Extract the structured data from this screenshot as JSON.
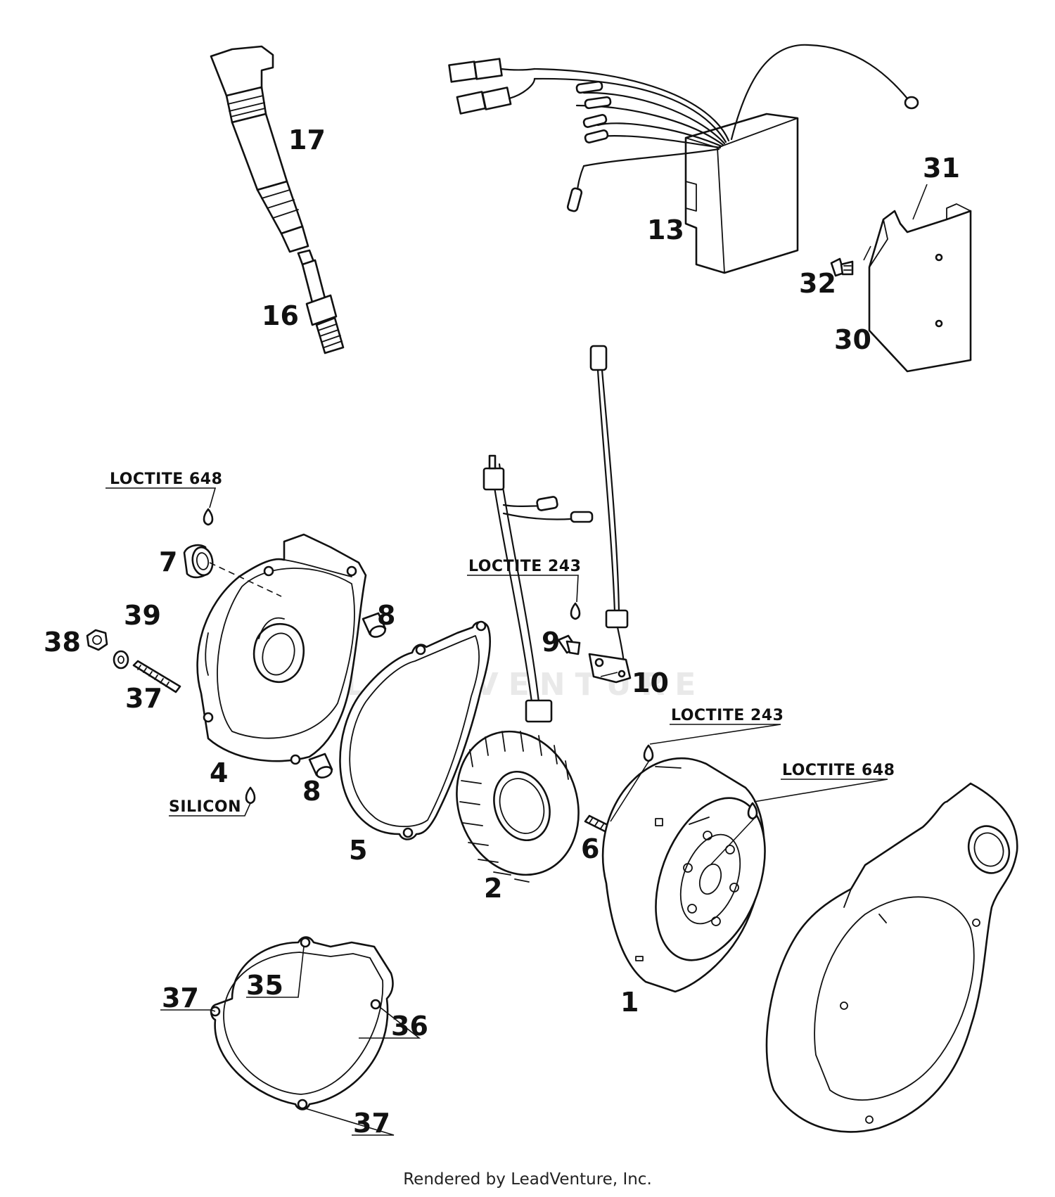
{
  "watermark": "LEADVENTURE",
  "labels": {
    "p1": "1",
    "p2": "2",
    "p4": "4",
    "p5": "5",
    "p6": "6",
    "p7": "7",
    "p8a": "8",
    "p8b": "8",
    "p9": "9",
    "p10": "10",
    "p13": "13",
    "p16": "16",
    "p17": "17",
    "p30": "30",
    "p31": "31",
    "p32": "32",
    "p35": "35",
    "p36": "36",
    "p37a": "37",
    "p37b": "37",
    "p37c": "37",
    "p38": "38",
    "p39": "39"
  },
  "notes": {
    "loctite648_top": "LOCTITE 648",
    "loctite243_mid": "LOCTITE 243",
    "loctite243_right": "LOCTITE 243",
    "loctite648_right": "LOCTITE 648",
    "silicon": "SILICON"
  },
  "footer": "Rendered by LeadVenture, Inc."
}
